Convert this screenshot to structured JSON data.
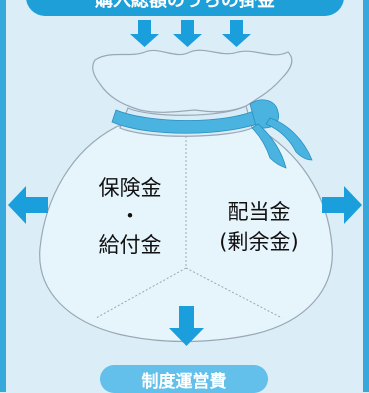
{
  "top_banner": {
    "text": "購入総額のうちの掛金"
  },
  "left_label": {
    "line1": "保険金",
    "line2": "・",
    "line3": "給付金"
  },
  "right_label": {
    "line1": "配当金",
    "line2": "(剰余金)"
  },
  "bottom_banner": {
    "text": "制度運営費"
  },
  "colors": {
    "arrow": "#1a9fdc",
    "bag_fill": "#e6f4fb",
    "ribbon": "#4ab3df",
    "background": "#dbeef8"
  }
}
